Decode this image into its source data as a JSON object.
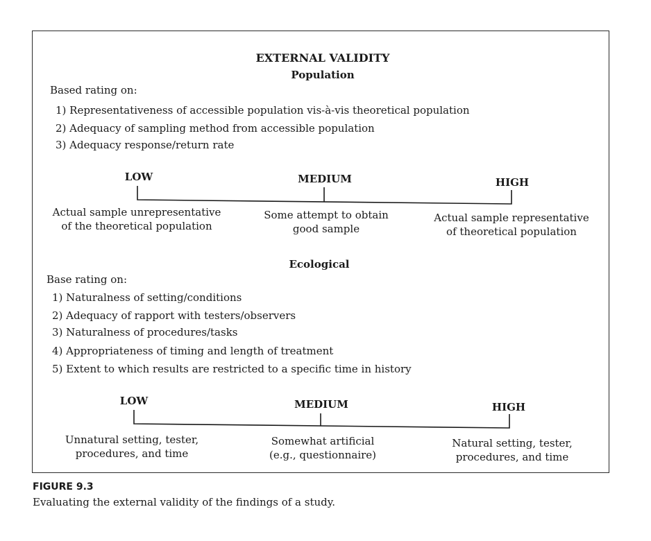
{
  "title": "EXTERNAL VALIDITY",
  "population": {
    "heading": "Population",
    "intro": "Based rating on:",
    "criteria": [
      "1) Representativeness of accessible population vis-à-vis theoretical population",
      "2) Adequacy of sampling method from accessible population",
      "3) Adequacy response/return rate"
    ],
    "scale": {
      "low": "LOW",
      "medium": "MEDIUM",
      "high": "HIGH",
      "low_desc": [
        "Actual sample unrepresentative",
        "of the theoretical population"
      ],
      "medium_desc": [
        "Some attempt to obtain",
        "good sample"
      ],
      "high_desc": [
        "Actual sample representative",
        "of theoretical population"
      ]
    }
  },
  "ecological": {
    "heading": "Ecological",
    "intro": "Base rating on:",
    "criteria": [
      "1) Naturalness of setting/conditions",
      "2) Adequacy of rapport with testers/observers",
      "3) Naturalness of procedures/tasks",
      "4) Appropriateness of timing and length of treatment",
      "5) Extent to which results are restricted to a specific time in history"
    ],
    "scale": {
      "low": "LOW",
      "medium": "MEDIUM",
      "high": "HIGH",
      "low_desc": [
        "Unnatural setting, tester,",
        "procedures, and time"
      ],
      "medium_desc": [
        "Somewhat artificial",
        "(e.g., questionnaire)"
      ],
      "high_desc": [
        "Natural setting, tester,",
        "procedures, and time"
      ]
    }
  },
  "caption": {
    "label": "FIGURE 9.3",
    "text": "Evaluating the external validity of the findings of a study."
  }
}
